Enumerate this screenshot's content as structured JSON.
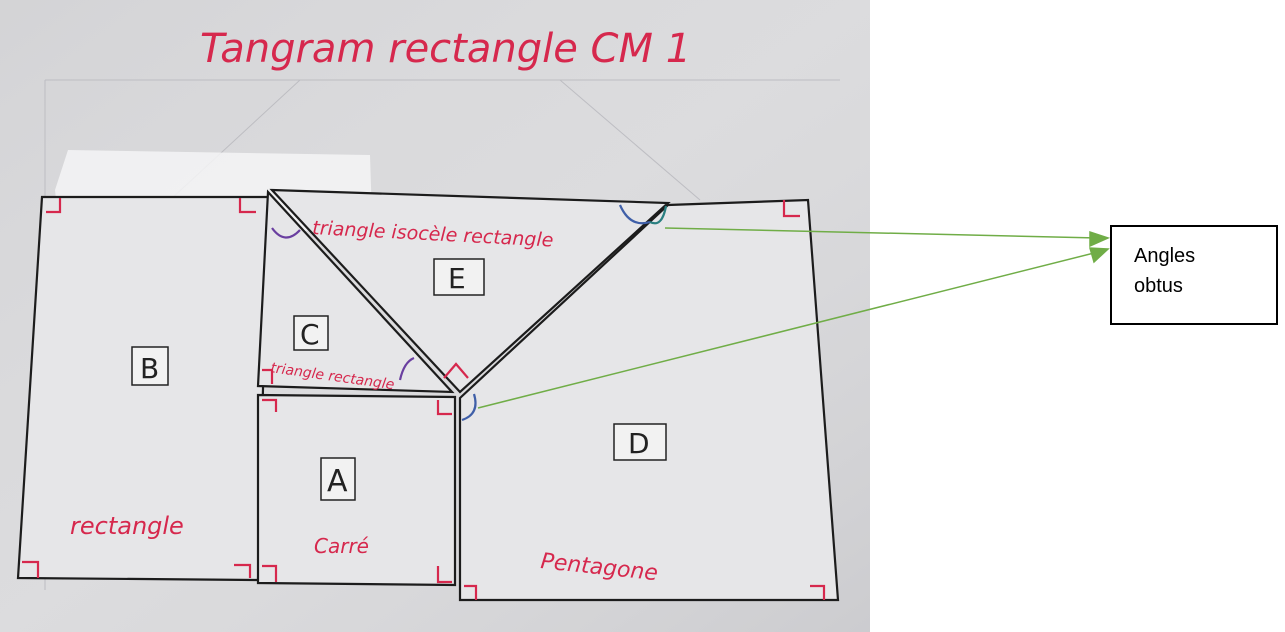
{
  "photo": {
    "title": "Tangram rectangle CM 1",
    "pieces": [
      {
        "letter": "A",
        "name": "Carré"
      },
      {
        "letter": "B",
        "name": "rectangle"
      },
      {
        "letter": "C",
        "name": "triangle rectangle"
      },
      {
        "letter": "D",
        "name": "Pentagone"
      },
      {
        "letter": "E",
        "name": "triangle isocèle rectangle"
      }
    ]
  },
  "callout": {
    "text": "Angles\nobtus"
  },
  "colors": {
    "ink_red": "#d6284d",
    "arrow_green": "#70ad47",
    "angle_blue": "#3f5fa8",
    "angle_purple": "#6a3fa0",
    "paper": "#dcdcde"
  }
}
